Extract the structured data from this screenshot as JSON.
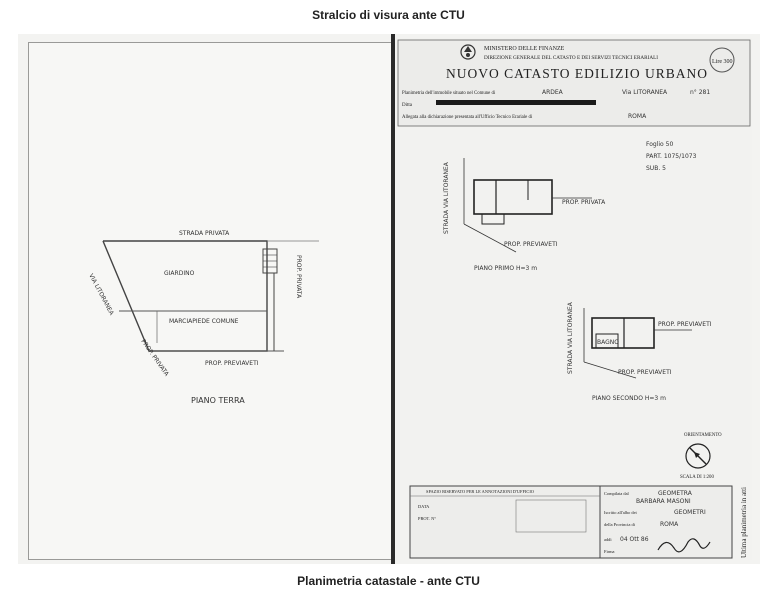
{
  "captions": {
    "top": "Stralcio di visura ante CTU",
    "bottom": "Planimetria catastale - ante CTU"
  },
  "left_plan": {
    "street": "STRADA PRIVATA",
    "side_road": "VIA LITORANEA",
    "garden": "GIARDINO",
    "walkway": "MARCIAPIEDE COMUNE",
    "neighbor_bottom": "PROP. PREVIAVETI",
    "neighbor_side": "PROP. PRIVATA",
    "corner": "PROP. PRIVATA",
    "floor": "PIANO TERRA"
  },
  "header": {
    "ministry": "MINISTERO DELLE FINANZE",
    "directorate": "DIREZIONE GENERALE DEL CATASTO E DEI SERVIZI TECNICI ERARIALI",
    "title": "NUOVO CATASTO EDILIZIO URBANO",
    "stamp": "Lire 300",
    "line1_label": "Planimetria dell'immobile situato nel Comune di",
    "comune": "ARDEA",
    "via": "Via LITORANEA",
    "civic": "n° 281",
    "ditta_label": "Ditta",
    "allegata": "Allegata alla dichiarazione presentata all'Ufficio Tecnico Erariale di",
    "ufficio": "ROMA"
  },
  "right_plan": {
    "foglio": "Foglio 50",
    "part": "PART. 1075/1073",
    "sub": "SUB. 5",
    "road1": "STRADA VIA LITORANEA",
    "prop1": "PROP. PREVIAVETI",
    "prop2": "PROP. PRIVATA",
    "floor1": "PIANO PRIMO H=3 m",
    "road2": "STRADA VIA LITORANEA",
    "prop3": "PROP. PREVIAVETI",
    "prop4": "PROP. PREVIAVETI",
    "room": "BAGNO",
    "floor2": "PIANO SECONDO H=3 m",
    "orientation": "ORIENTAMENTO",
    "scale": "SCALA DI 1:200"
  },
  "footer": {
    "reserved": "SPAZIO RISERVATO PER LE ANNOTAZIONI D'UFFICIO",
    "data_label": "DATA",
    "prot_label": "PROT. N°",
    "compiled_label": "Compilata dal",
    "compiler_title": "GEOMETRA",
    "compiler_name": "BARBARA MASONI",
    "iscritto_label": "Iscritto all'albo dei",
    "albo": "GEOMETRI",
    "provincia_label": "della Provincia di",
    "provincia": "ROMA",
    "data_value": "04 Ott 86",
    "firma_label": "Firma"
  },
  "side_text": "Ultima planimetria in atti",
  "icons": {
    "emblem": "republic-emblem-icon",
    "compass": "compass-icon",
    "stamp": "revenue-stamp-icon"
  }
}
